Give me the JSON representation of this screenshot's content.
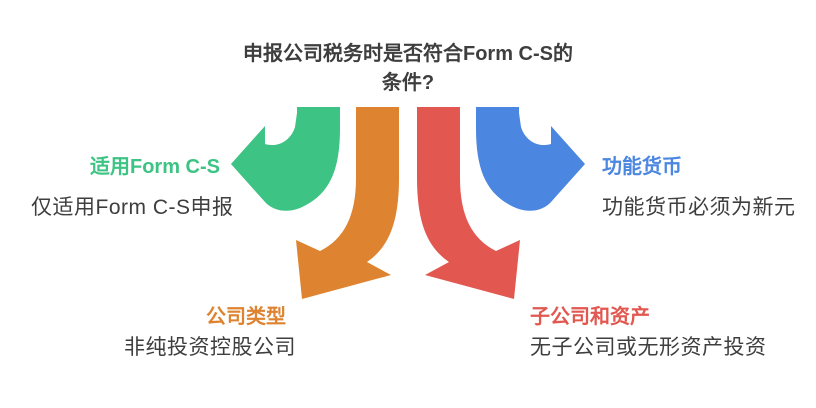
{
  "title": {
    "line1": "申报公司税务时是否符合Form C-S的",
    "line2": "条件?"
  },
  "branches": [
    {
      "id": "form-cs-applicability",
      "direction": "left",
      "label": "适用Form C-S",
      "description": "仅适用Form C-S申报",
      "color": "#3DC383"
    },
    {
      "id": "functional-currency",
      "direction": "right",
      "label": "功能货币",
      "description": "功能货币必须为新元",
      "color": "#4B86E0"
    },
    {
      "id": "company-type",
      "direction": "bottom-left",
      "label": "公司类型",
      "description": "非纯投资控股公司",
      "color": "#DE8330"
    },
    {
      "id": "subsidiaries-and-assets",
      "direction": "bottom-right",
      "label": "子公司和资产",
      "description": "无子公司或无形资产投资",
      "color": "#E2574F"
    }
  ],
  "colors": {
    "background": "#FFFFFF",
    "text": "#3E3E3E"
  }
}
